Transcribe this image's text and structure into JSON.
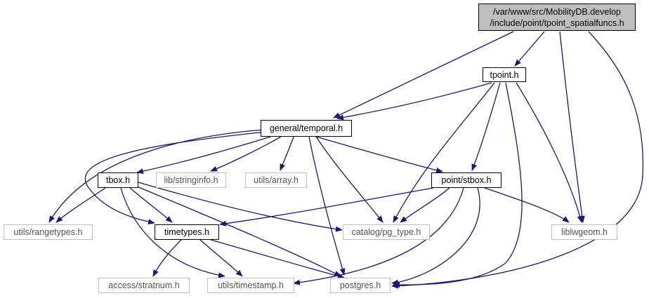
{
  "colors": {
    "edge": "#191970",
    "root_fill": "#bfbfbf",
    "gray_border": "#bfbfbf",
    "border": "#000000"
  },
  "root": {
    "line1": "/var/www/src/MobilityDB.develop",
    "line2": "/include/point/tpoint_spatialfuncs.h"
  },
  "nodes": {
    "tpoint_h": "tpoint.h",
    "temporal_h": "general/temporal.h",
    "tbox_h": "tbox.h",
    "stringinfo_h": "lib/stringinfo.h",
    "array_h": "utils/array.h",
    "stbox_h": "point/stbox.h",
    "rangetypes_h": "utils/rangetypes.h",
    "timetypes_h": "timetypes.h",
    "pg_type_h": "catalog/pg_type.h",
    "liblwgeom_h": "liblwgeom.h",
    "stratnum_h": "access/stratnum.h",
    "timestamp_h": "utils/timestamp.h",
    "postgres_h": "postgres.h"
  },
  "edges": [
    [
      "root",
      "tpoint_h"
    ],
    [
      "root",
      "temporal_h"
    ],
    [
      "root",
      "liblwgeom_h"
    ],
    [
      "root",
      "postgres_h"
    ],
    [
      "tpoint_h",
      "temporal_h"
    ],
    [
      "tpoint_h",
      "stbox_h"
    ],
    [
      "tpoint_h",
      "pg_type_h"
    ],
    [
      "tpoint_h",
      "liblwgeom_h"
    ],
    [
      "tpoint_h",
      "postgres_h"
    ],
    [
      "temporal_h",
      "tbox_h"
    ],
    [
      "temporal_h",
      "stringinfo_h"
    ],
    [
      "temporal_h",
      "array_h"
    ],
    [
      "temporal_h",
      "stbox_h"
    ],
    [
      "temporal_h",
      "rangetypes_h"
    ],
    [
      "temporal_h",
      "timetypes_h"
    ],
    [
      "temporal_h",
      "pg_type_h"
    ],
    [
      "temporal_h",
      "postgres_h"
    ],
    [
      "tbox_h",
      "rangetypes_h"
    ],
    [
      "tbox_h",
      "timetypes_h"
    ],
    [
      "tbox_h",
      "pg_type_h"
    ],
    [
      "tbox_h",
      "timestamp_h"
    ],
    [
      "tbox_h",
      "postgres_h"
    ],
    [
      "stbox_h",
      "timetypes_h"
    ],
    [
      "stbox_h",
      "pg_type_h"
    ],
    [
      "stbox_h",
      "liblwgeom_h"
    ],
    [
      "stbox_h",
      "timestamp_h"
    ],
    [
      "stbox_h",
      "postgres_h"
    ],
    [
      "timetypes_h",
      "stratnum_h"
    ],
    [
      "timetypes_h",
      "timestamp_h"
    ],
    [
      "timetypes_h",
      "postgres_h"
    ]
  ]
}
